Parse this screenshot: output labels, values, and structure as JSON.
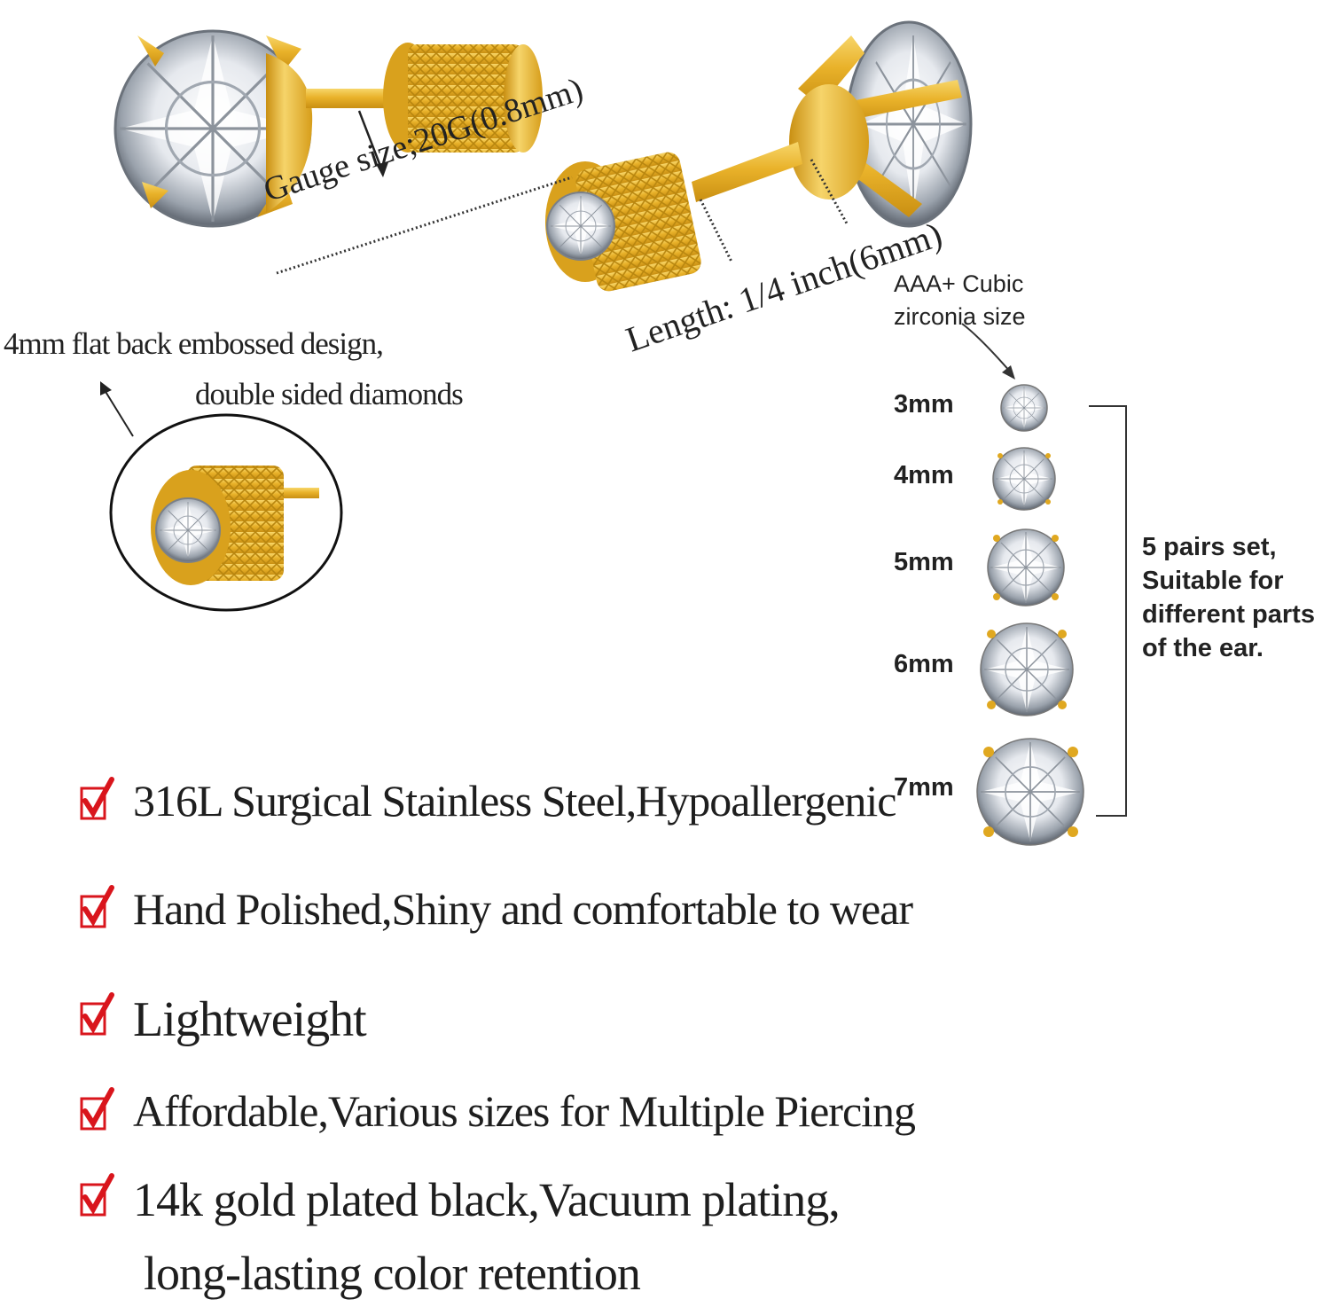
{
  "annotations": {
    "gauge": "Gauge size;20G(0.8mm)",
    "length": "Length: 1/4 inch(6mm)",
    "cz_line1": "AAA+ Cubic",
    "cz_line2": "zirconia size",
    "flat_back_line1": "4mm flat back embossed design,",
    "flat_back_line2": "double sided diamonds"
  },
  "sizes": [
    {
      "label": "3mm"
    },
    {
      "label": "4mm"
    },
    {
      "label": "5mm"
    },
    {
      "label": "6mm"
    },
    {
      "label": "7mm"
    }
  ],
  "set_note": {
    "line1": "5 pairs set,",
    "line2": "Suitable for",
    "line3": "different parts",
    "line4": "of the ear."
  },
  "features": [
    {
      "text": "316L Surgical Stainless Steel,Hypoallergenic"
    },
    {
      "text": "Hand Polished,Shiny and comfortable to wear"
    },
    {
      "text": "Lightweight"
    },
    {
      "text": "Affordable,Various sizes for Multiple Piercing"
    },
    {
      "text": "14k gold plated black,Vacuum plating,"
    },
    {
      "text": "long-lasting color retention"
    }
  ],
  "colors": {
    "gold": "#e8b52a",
    "check": "#d9151c",
    "text": "#222222"
  },
  "icons": [
    "earring-stud",
    "diamond-stone",
    "check-mark",
    "arrow"
  ]
}
